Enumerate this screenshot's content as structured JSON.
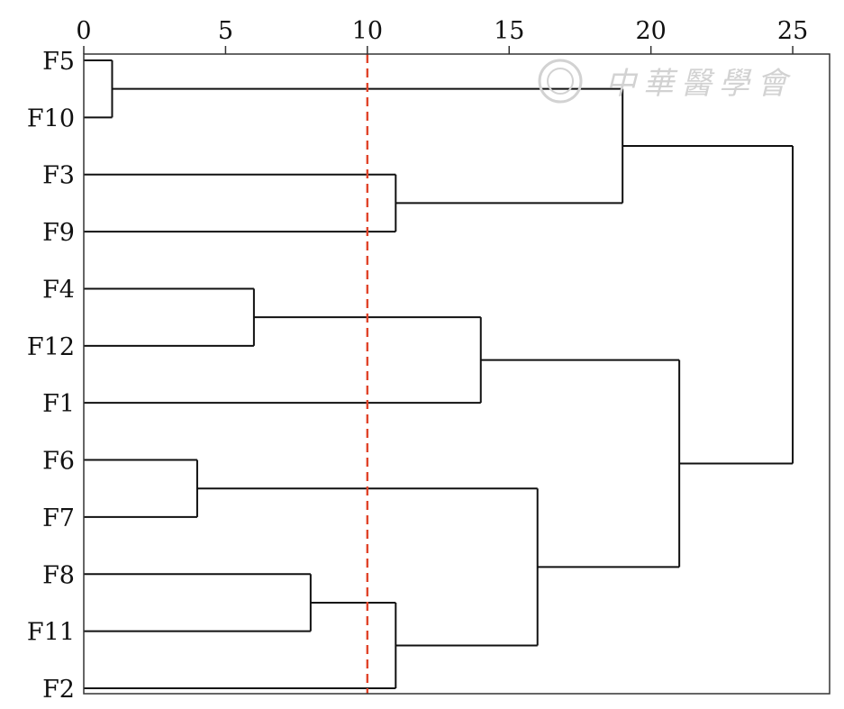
{
  "chart_data": {
    "type": "dendrogram",
    "orientation": "horizontal",
    "x_ticks": [
      0,
      5,
      10,
      15,
      20,
      25
    ],
    "xlim": [
      0,
      26.3
    ],
    "leaves": [
      "F5",
      "F10",
      "F3",
      "F9",
      "F4",
      "F12",
      "F1",
      "F6",
      "F7",
      "F8",
      "F11",
      "F2"
    ],
    "merges": [
      {
        "children": [
          "F5",
          "F10"
        ],
        "height": 1
      },
      {
        "children": [
          "F6",
          "F7"
        ],
        "height": 4
      },
      {
        "children": [
          "F4",
          "F12"
        ],
        "height": 6
      },
      {
        "children": [
          "F8",
          "F11"
        ],
        "height": 8
      },
      {
        "children": [
          "F3",
          "F9"
        ],
        "height": 11
      },
      {
        "children": [
          "F8+F11",
          "F2"
        ],
        "height": 11
      },
      {
        "children": [
          "F4+F12",
          "F1"
        ],
        "height": 14
      },
      {
        "children": [
          "F6+F7",
          "F8+F11+F2"
        ],
        "height": 16
      },
      {
        "children": [
          "F5+F10",
          "F3+F9"
        ],
        "height": 19
      },
      {
        "children": [
          "F4+F12+F1",
          "F6+F7+F8+F11+F2"
        ],
        "height": 21
      },
      {
        "children": [
          "F5+F10+F3+F9",
          "F4+F12+F1+F6+F7+F8+F11+F2"
        ],
        "height": 25
      }
    ],
    "cut_line": {
      "value": 10,
      "style": "dashed",
      "color": "#e0442a"
    },
    "line_color": "#111111"
  },
  "watermark": {
    "text": "中華醫學會",
    "color": "#d2d2d2"
  }
}
